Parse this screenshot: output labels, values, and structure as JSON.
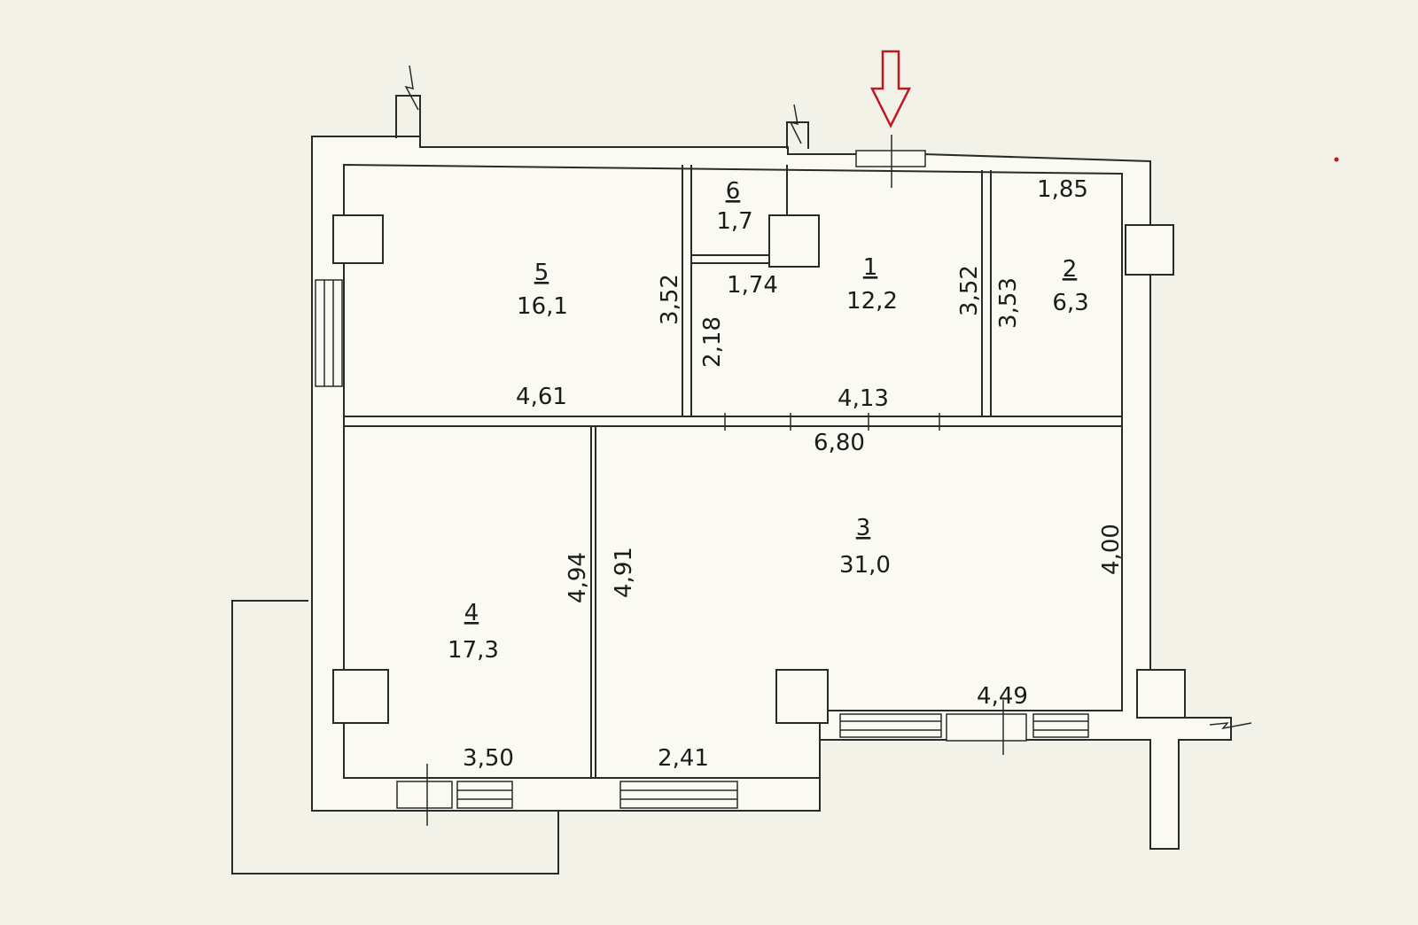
{
  "rooms": [
    {
      "number": "1",
      "area": "12,2"
    },
    {
      "number": "2",
      "area": "6,3"
    },
    {
      "number": "3",
      "area": "31,0"
    },
    {
      "number": "4",
      "area": "17,3"
    },
    {
      "number": "5",
      "area": "16,1"
    },
    {
      "number": "6",
      "area": "1,7"
    }
  ],
  "dimensions": {
    "d_4_61": "4,61",
    "d_3_52_a": "3,52",
    "d_2_18": "2,18",
    "d_1_74": "1,74",
    "d_3_52_b": "3,52",
    "d_3_53": "3,53",
    "d_1_85": "1,85",
    "d_4_13": "4,13",
    "d_6_80": "6,80",
    "d_4_94": "4,94",
    "d_4_91": "4,91",
    "d_4_00": "4,00",
    "d_3_50": "3,50",
    "d_2_41": "2,41",
    "d_4_49": "4,49"
  },
  "colors": {
    "background": "#f3f2e9",
    "lines": "#2a2a2a",
    "entrance_arrow": "#c0171e"
  }
}
